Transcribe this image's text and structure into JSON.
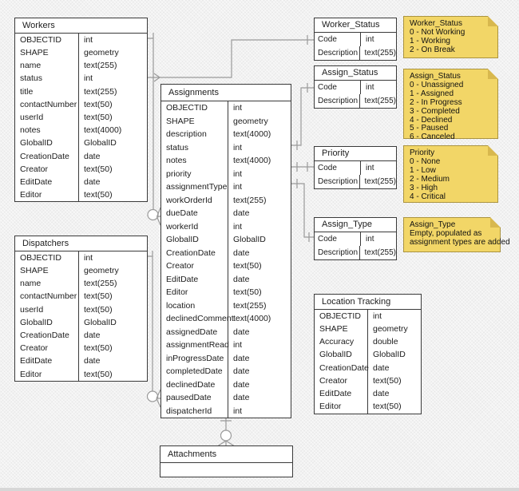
{
  "colors": {
    "canvas_bg": "#f2f2f2",
    "table_border": "#3a3a3a",
    "line": "#9a9a9a",
    "note_fill": "#f2d667",
    "note_border": "#ab9440",
    "note_fold": "#d8b84e"
  },
  "tables": {
    "workers": {
      "title": "Workers",
      "rows": [
        [
          "OBJECTID",
          "int"
        ],
        [
          "SHAPE",
          "geometry"
        ],
        [
          "name",
          "text(255)"
        ],
        [
          "status",
          "int"
        ],
        [
          "title",
          "text(255)"
        ],
        [
          "contactNumber",
          "text(50)"
        ],
        [
          "userId",
          "text(50)"
        ],
        [
          "notes",
          "text(4000)"
        ],
        [
          "GlobalID",
          "GlobalID"
        ],
        [
          "CreationDate",
          "date"
        ],
        [
          "Creator",
          "text(50)"
        ],
        [
          "EditDate",
          "date"
        ],
        [
          "Editor",
          "text(50)"
        ]
      ]
    },
    "dispatchers": {
      "title": "Dispatchers",
      "rows": [
        [
          "OBJECTID",
          "int"
        ],
        [
          "SHAPE",
          "geometry"
        ],
        [
          "name",
          "text(255)"
        ],
        [
          "contactNumber",
          "text(50)"
        ],
        [
          "userId",
          "text(50)"
        ],
        [
          "GlobalID",
          "GlobalID"
        ],
        [
          "CreationDate",
          "date"
        ],
        [
          "Creator",
          "text(50)"
        ],
        [
          "EditDate",
          "date"
        ],
        [
          "Editor",
          "text(50)"
        ]
      ]
    },
    "assignments": {
      "title": "Assignments",
      "rows": [
        [
          "OBJECTID",
          "int"
        ],
        [
          "SHAPE",
          "geometry"
        ],
        [
          "description",
          "text(4000)"
        ],
        [
          "status",
          "int"
        ],
        [
          "notes",
          "text(4000)"
        ],
        [
          "priority",
          "int"
        ],
        [
          "assignmentType",
          "int"
        ],
        [
          "workOrderId",
          "text(255)"
        ],
        [
          "dueDate",
          "date"
        ],
        [
          "workerId",
          "int"
        ],
        [
          "GlobalID",
          "GlobalID"
        ],
        [
          "CreationDate",
          "date"
        ],
        [
          "Creator",
          "text(50)"
        ],
        [
          "EditDate",
          "date"
        ],
        [
          "Editor",
          "text(50)"
        ],
        [
          "location",
          "text(255)"
        ],
        [
          "declinedComment",
          "text(4000)"
        ],
        [
          "assignedDate",
          "date"
        ],
        [
          "assignmentRead",
          "int"
        ],
        [
          "inProgressDate",
          "date"
        ],
        [
          "completedDate",
          "date"
        ],
        [
          "declinedDate",
          "date"
        ],
        [
          "pausedDate",
          "date"
        ],
        [
          "dispatcherId",
          "int"
        ]
      ]
    },
    "worker_status": {
      "title": "Worker_Status",
      "rows": [
        [
          "Code",
          "int"
        ],
        [
          "Description",
          "text(255)"
        ]
      ]
    },
    "assign_status": {
      "title": "Assign_Status",
      "rows": [
        [
          "Code",
          "int"
        ],
        [
          "Description",
          "text(255)"
        ]
      ]
    },
    "priority": {
      "title": "Priority",
      "rows": [
        [
          "Code",
          "int"
        ],
        [
          "Description",
          "text(255)"
        ]
      ]
    },
    "assign_type": {
      "title": "Assign_Type",
      "rows": [
        [
          "Code",
          "int"
        ],
        [
          "Description",
          "text(255)"
        ]
      ]
    },
    "location_tracking": {
      "title": "Location Tracking",
      "rows": [
        [
          "OBJECTID",
          "int"
        ],
        [
          "SHAPE",
          "geometry"
        ],
        [
          "Accuracy",
          "double"
        ],
        [
          "GlobalID",
          "GlobalID"
        ],
        [
          "CreationDate",
          "date"
        ],
        [
          "Creator",
          "text(50)"
        ],
        [
          "EditDate",
          "date"
        ],
        [
          "Editor",
          "text(50)"
        ]
      ]
    },
    "attachments": {
      "title": "Attachments",
      "rows": []
    }
  },
  "notes": {
    "worker_status": {
      "title": "Worker_Status",
      "lines": [
        "0 - Not Working",
        "1 - Working",
        "2 - On Break"
      ]
    },
    "assign_status": {
      "title": "Assign_Status",
      "lines": [
        "0 - Unassigned",
        "1 - Assigned",
        "2 - In Progress",
        "3 - Completed",
        "4 - Declined",
        "5 - Paused",
        "6 - Canceled"
      ]
    },
    "priority": {
      "title": "Priority",
      "lines": [
        "0 - None",
        "1 - Low",
        "2 - Medium",
        "3 - High",
        "4 - Critical"
      ]
    },
    "assign_type": {
      "title": "Assign_Type",
      "lines": [
        "Empty, populated as",
        "assignment types are added"
      ]
    }
  }
}
